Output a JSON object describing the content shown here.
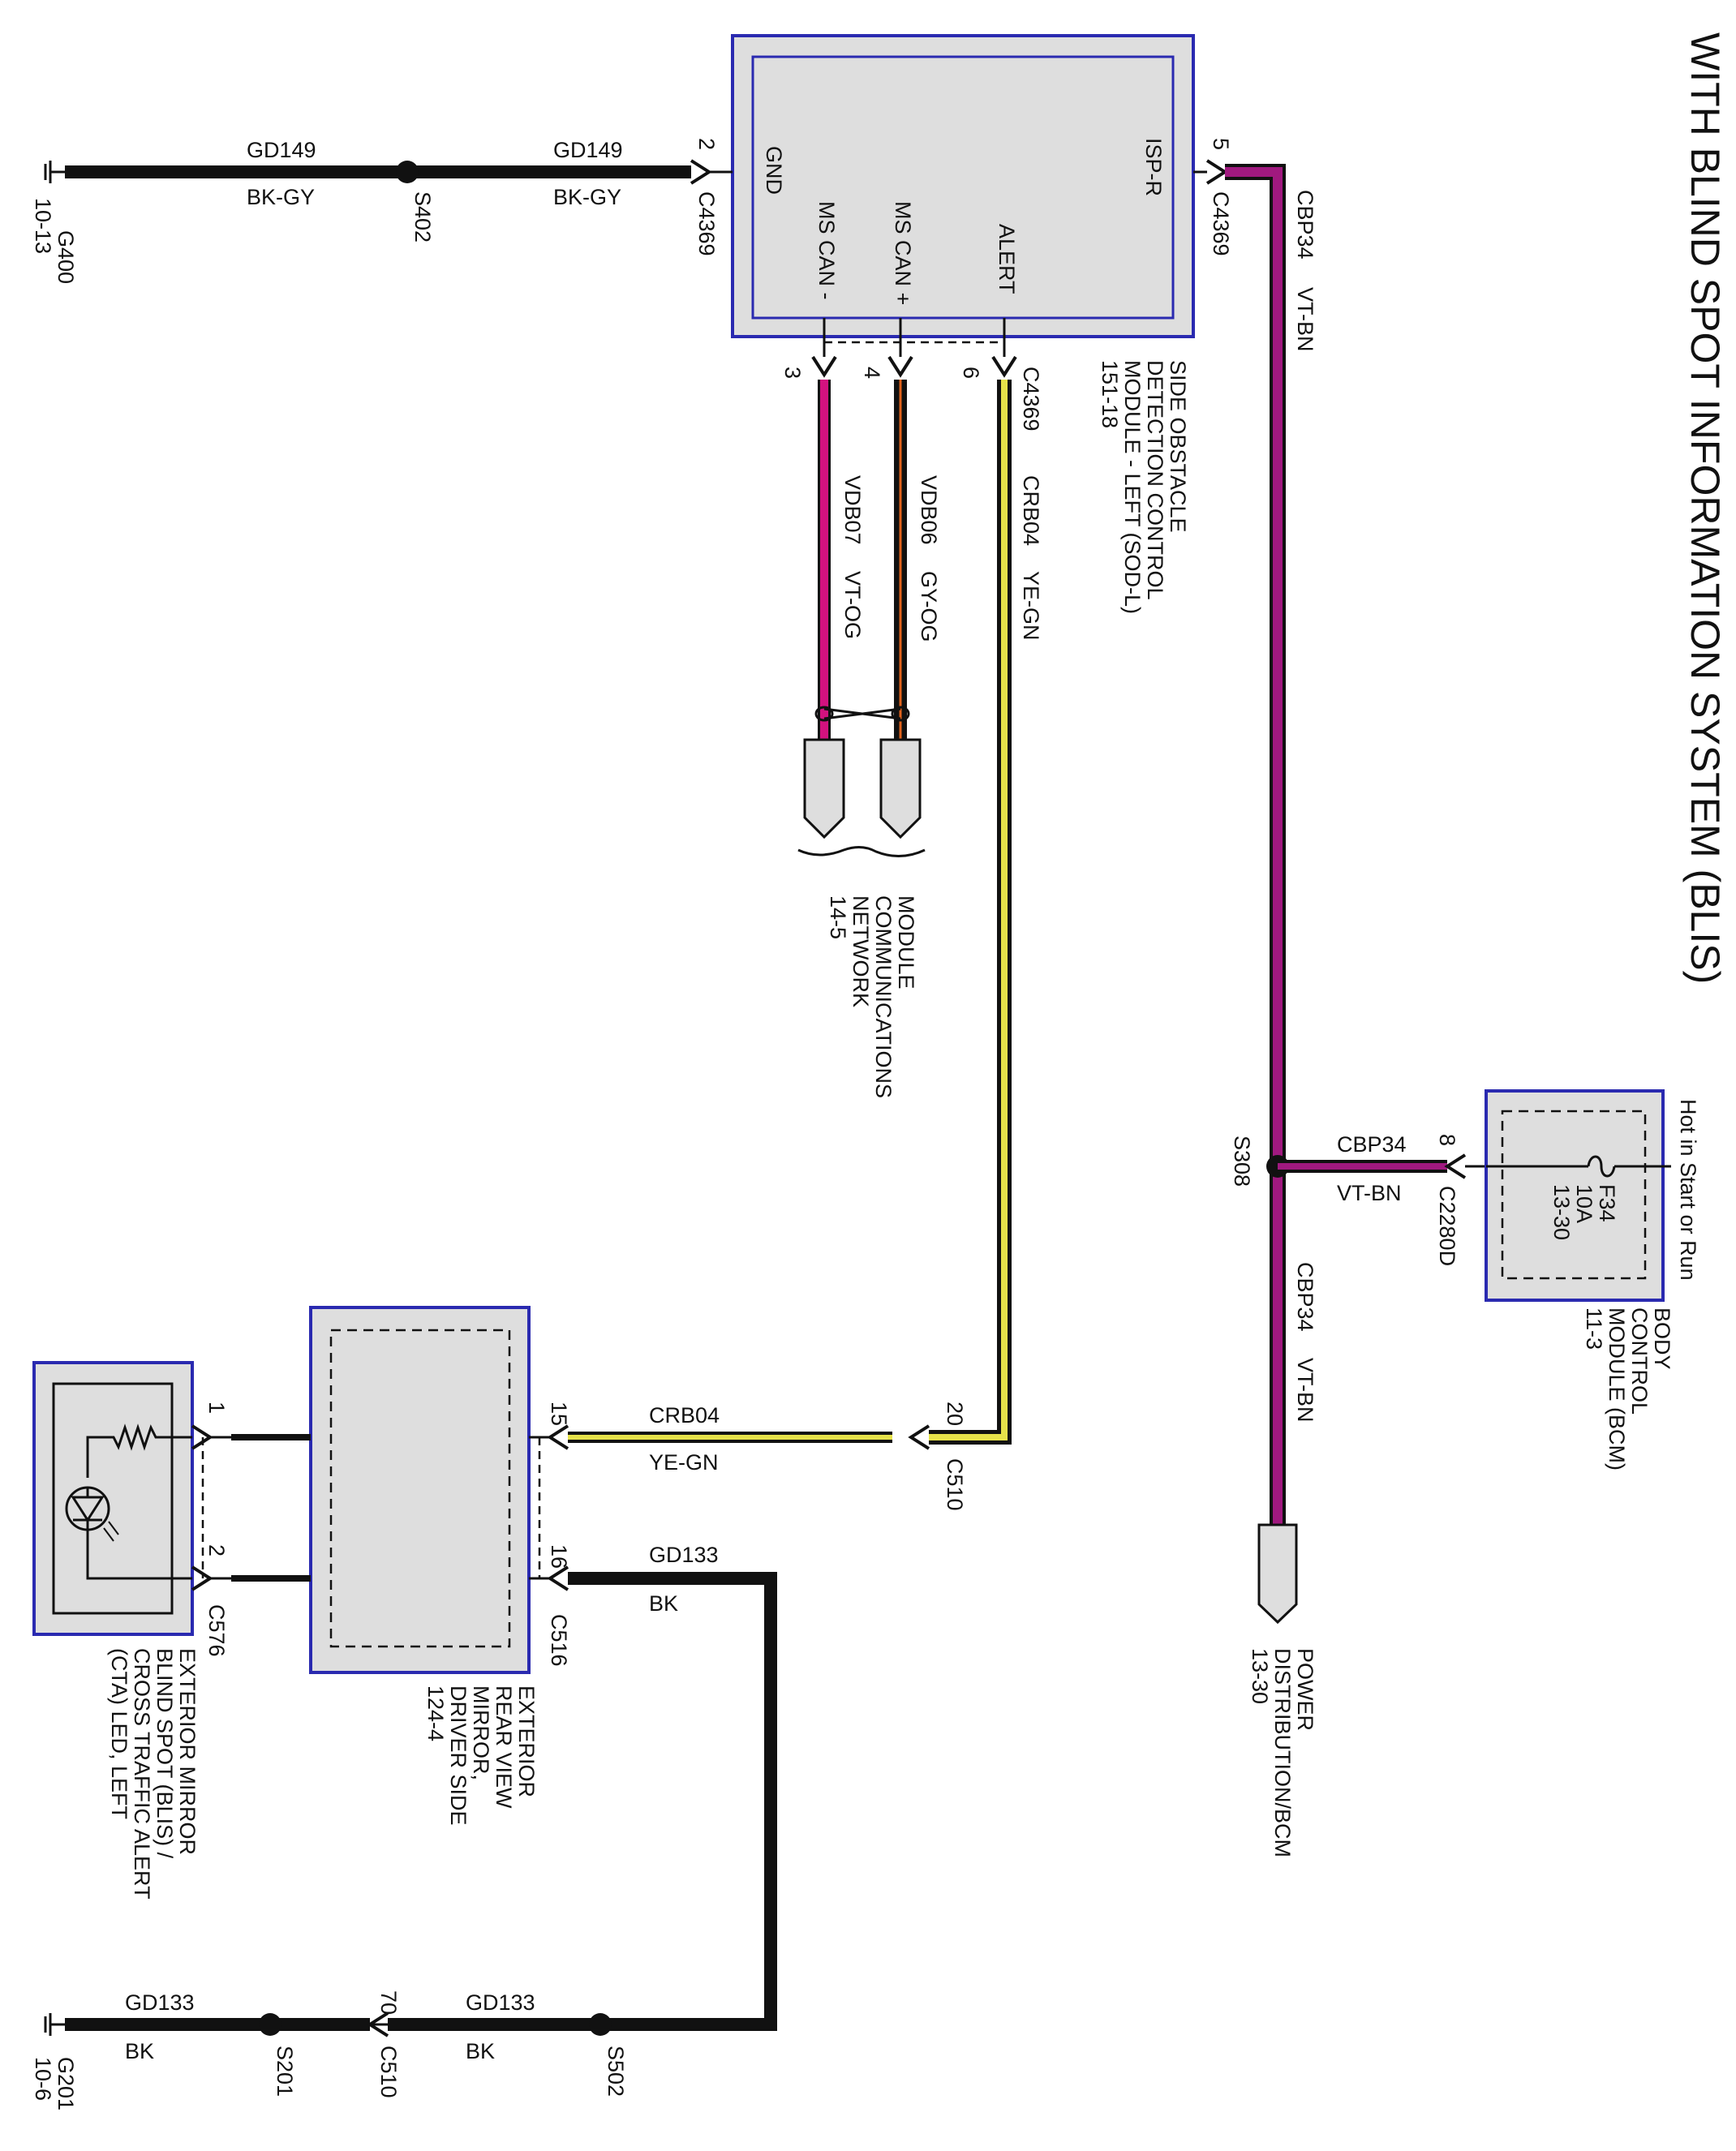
{
  "title": "WITH BLIND SPOT INFORMATION SYSTEM (BLIS)",
  "colors": {
    "box_border": "#2a2ab0",
    "box_fill": "#dedede",
    "vt_bn": "#a0197f",
    "vt_og": "#d3127f",
    "gy_og": "#e0621c",
    "ye_gn": "#e6e24a",
    "black": "#111111"
  },
  "sod_module": {
    "name_lines": [
      "SIDE OBSTACLE",
      "DETECTION CONTROL",
      "MODULE - LEFT (SOD-L)",
      "151-18"
    ],
    "pins": {
      "gnd": "GND",
      "isp_r": "ISP-R",
      "alert": "ALERT",
      "ms_can_plus": "MS CAN +",
      "ms_can_minus": "MS CAN -"
    },
    "connector": "C4369",
    "pin_numbers": {
      "gnd": "2",
      "isp_r": "5",
      "ms_can_minus": "3",
      "ms_can_plus": "4",
      "alert": "6"
    }
  },
  "ground_top": {
    "ground_lines": [
      "G400",
      "10-13"
    ],
    "splice": "S402",
    "wire_left": {
      "circuit": "GD149",
      "color": "BK-GY"
    },
    "wire_right": {
      "circuit": "GD149",
      "color": "BK-GY"
    },
    "connector": "C4369"
  },
  "power_wire": {
    "upper": {
      "circuit": "CBP34",
      "color": "VT-BN"
    },
    "lower": {
      "circuit": "CBP34",
      "color": "VT-BN"
    },
    "splice": "S308",
    "branch": {
      "circuit": "CBP34",
      "color": "VT-BN",
      "pin": "8",
      "connector": "C2280D"
    }
  },
  "bcm": {
    "hot_label": "Hot in Start or Run",
    "fuse_lines": [
      "F34",
      "10A",
      "13-30"
    ],
    "name_lines": [
      "BODY",
      "CONTROL",
      "MODULE (BCM)",
      "11-3"
    ]
  },
  "power_dist": {
    "lines": [
      "POWER",
      "DISTRIBUTION/BCM",
      "13-30"
    ]
  },
  "can_wires": {
    "can_plus": {
      "circuit": "VDB06",
      "color": "GY-OG"
    },
    "can_minus": {
      "circuit": "VDB07",
      "color": "VT-OG"
    },
    "network_lines": [
      "MODULE",
      "COMMUNICATIONS",
      "NETWORK",
      "14-5"
    ]
  },
  "alert_wire": {
    "circuit": "CRB04",
    "color": "YE-GN",
    "connector_top": "C4369",
    "c510_pin": "20",
    "c510": "C510",
    "horizontal": {
      "circuit": "CRB04",
      "color": "YE-GN"
    }
  },
  "mirror": {
    "name_lines": [
      "EXTERIOR",
      "REAR VIEW",
      "MIRROR,",
      "DRIVER SIDE",
      "124-4"
    ],
    "connector": "C516",
    "pin_alert": "15",
    "pin_gnd": "16",
    "gnd_wire": {
      "circuit": "GD133",
      "color": "BK"
    }
  },
  "led": {
    "name_lines": [
      "EXTERIOR MIRROR",
      "BLIND SPOT (BLIS) /",
      "CROSS TRAFFIC ALERT",
      "(CTA) LED, LEFT"
    ],
    "connector": "C576",
    "pin1": "1",
    "pin2": "2"
  },
  "ground_bottom": {
    "ground_lines": [
      "G201",
      "10-6"
    ],
    "splice_left": "S201",
    "splice_right": "S502",
    "connector": "C510",
    "pin": "70",
    "wire_left": {
      "circuit": "GD133",
      "color": "BK"
    },
    "wire_right": {
      "circuit": "GD133",
      "color": "BK"
    }
  }
}
